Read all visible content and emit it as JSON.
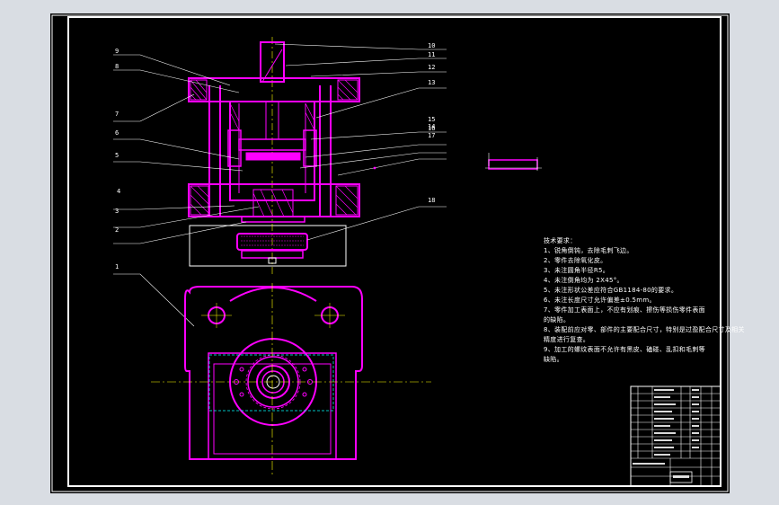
{
  "callouts": [
    "1",
    "2",
    "3",
    "4",
    "5",
    "6",
    "7",
    "8",
    "9",
    "10",
    "11",
    "12",
    "13",
    "14",
    "15",
    "16",
    "17",
    "18"
  ],
  "notes": {
    "title": "技术要求：",
    "lines": [
      "1、锐角倒钝，去除毛刺飞边。",
      "2、零件去除氧化皮。",
      "3、未注圆角半径R5。",
      "4、未注倒角均为 2X45°。",
      "5、未注形状公差应符合GB1184-80的要求。",
      "6、未注长度尺寸允许偏差±0.5mm。",
      "7、零件加工表面上，不应有划痕、擦伤等损伤零件表面",
      "的缺陷。",
      "8、装配前应对零、部件的主要配合尺寸，特别是过盈配合尺寸及相关精度进行复查。",
      "9、加工的螺纹表面不允许有黑皮、磕碰、乱扣和毛刺等",
      "缺陷。"
    ]
  },
  "colors": {
    "background": "#000000",
    "border": "#ffffff",
    "part": "#ff00ff",
    "centerline": "#ffff00",
    "hidden": "#00ffff",
    "leader": "#ffffff"
  }
}
